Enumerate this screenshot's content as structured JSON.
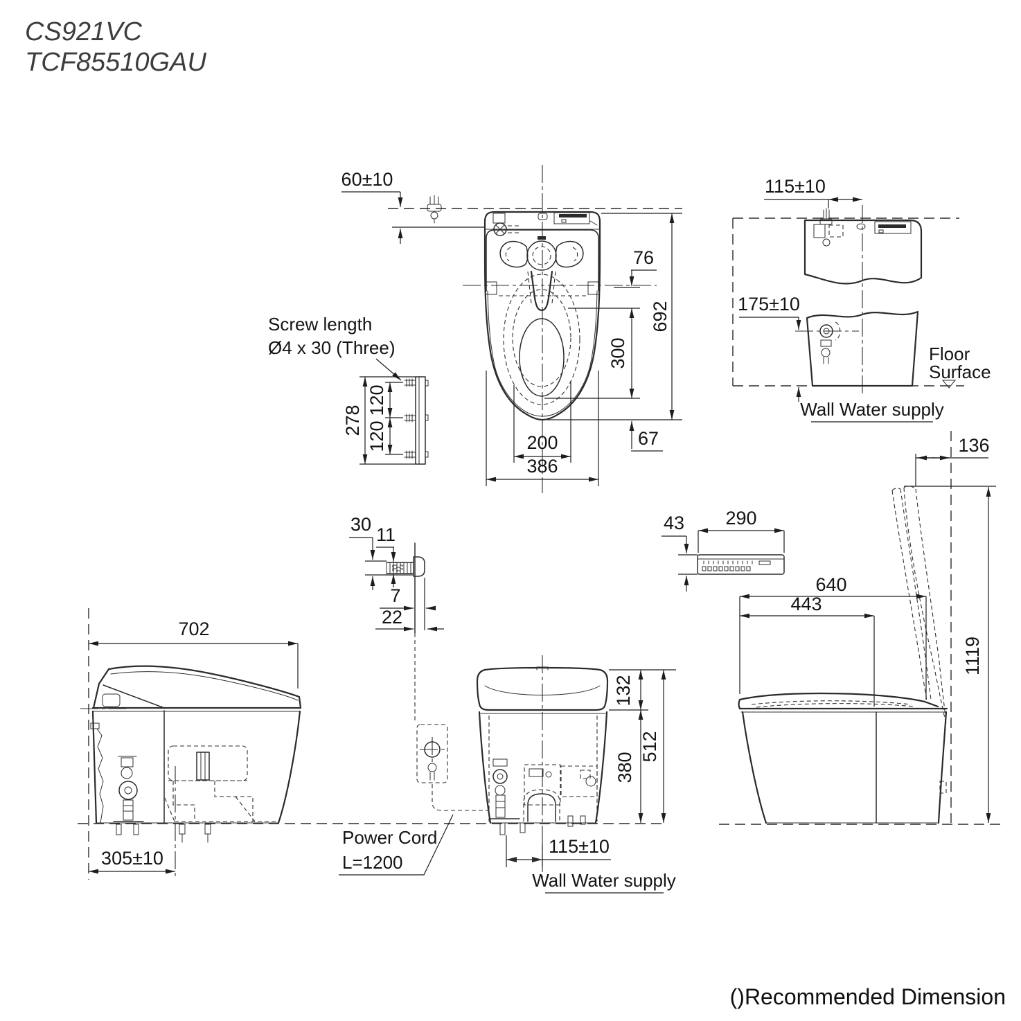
{
  "title": {
    "model_1": "CS921VC",
    "model_2": "TCF85510GAU"
  },
  "plan_view": {
    "wall_offset": "60±10",
    "hinge_to_opening": "76",
    "total_depth": "692",
    "opening_length": "300",
    "rear_overhang": "67",
    "opening_width": "200",
    "body_width": "386",
    "screw_note_line1": "Screw length",
    "screw_note_line2": "Ø4 x 30 (Three)",
    "plate_length": "278",
    "screw_pitch_upper": "120",
    "screw_pitch_lower": "120"
  },
  "rear_view": {
    "supply_offset": "115±10",
    "supply_height": "175±10",
    "floor_label_line1": "Floor",
    "floor_label_line2": "Surface",
    "caption": "Wall Water supply"
  },
  "screw_detail": {
    "dim_30": "30",
    "dim_11": "11",
    "dim_7": "7",
    "dim_22": "22"
  },
  "remote": {
    "height": "43",
    "width": "290"
  },
  "side_view_right": {
    "lid_to_wall": "136",
    "seat_open_reach": "640",
    "seat_depth": "443",
    "open_height": "1119"
  },
  "side_view_left": {
    "total_depth": "702",
    "drain_offset": "305±10"
  },
  "front_view": {
    "lid_height": "132",
    "bowl_height": "512",
    "supply_height": "380",
    "supply_offset": "115±10",
    "power_cord_line1": "Power Cord",
    "power_cord_line2": "L=1200",
    "caption": "Wall Water supply"
  },
  "footer": {
    "note": "()Recommended Dimension"
  }
}
